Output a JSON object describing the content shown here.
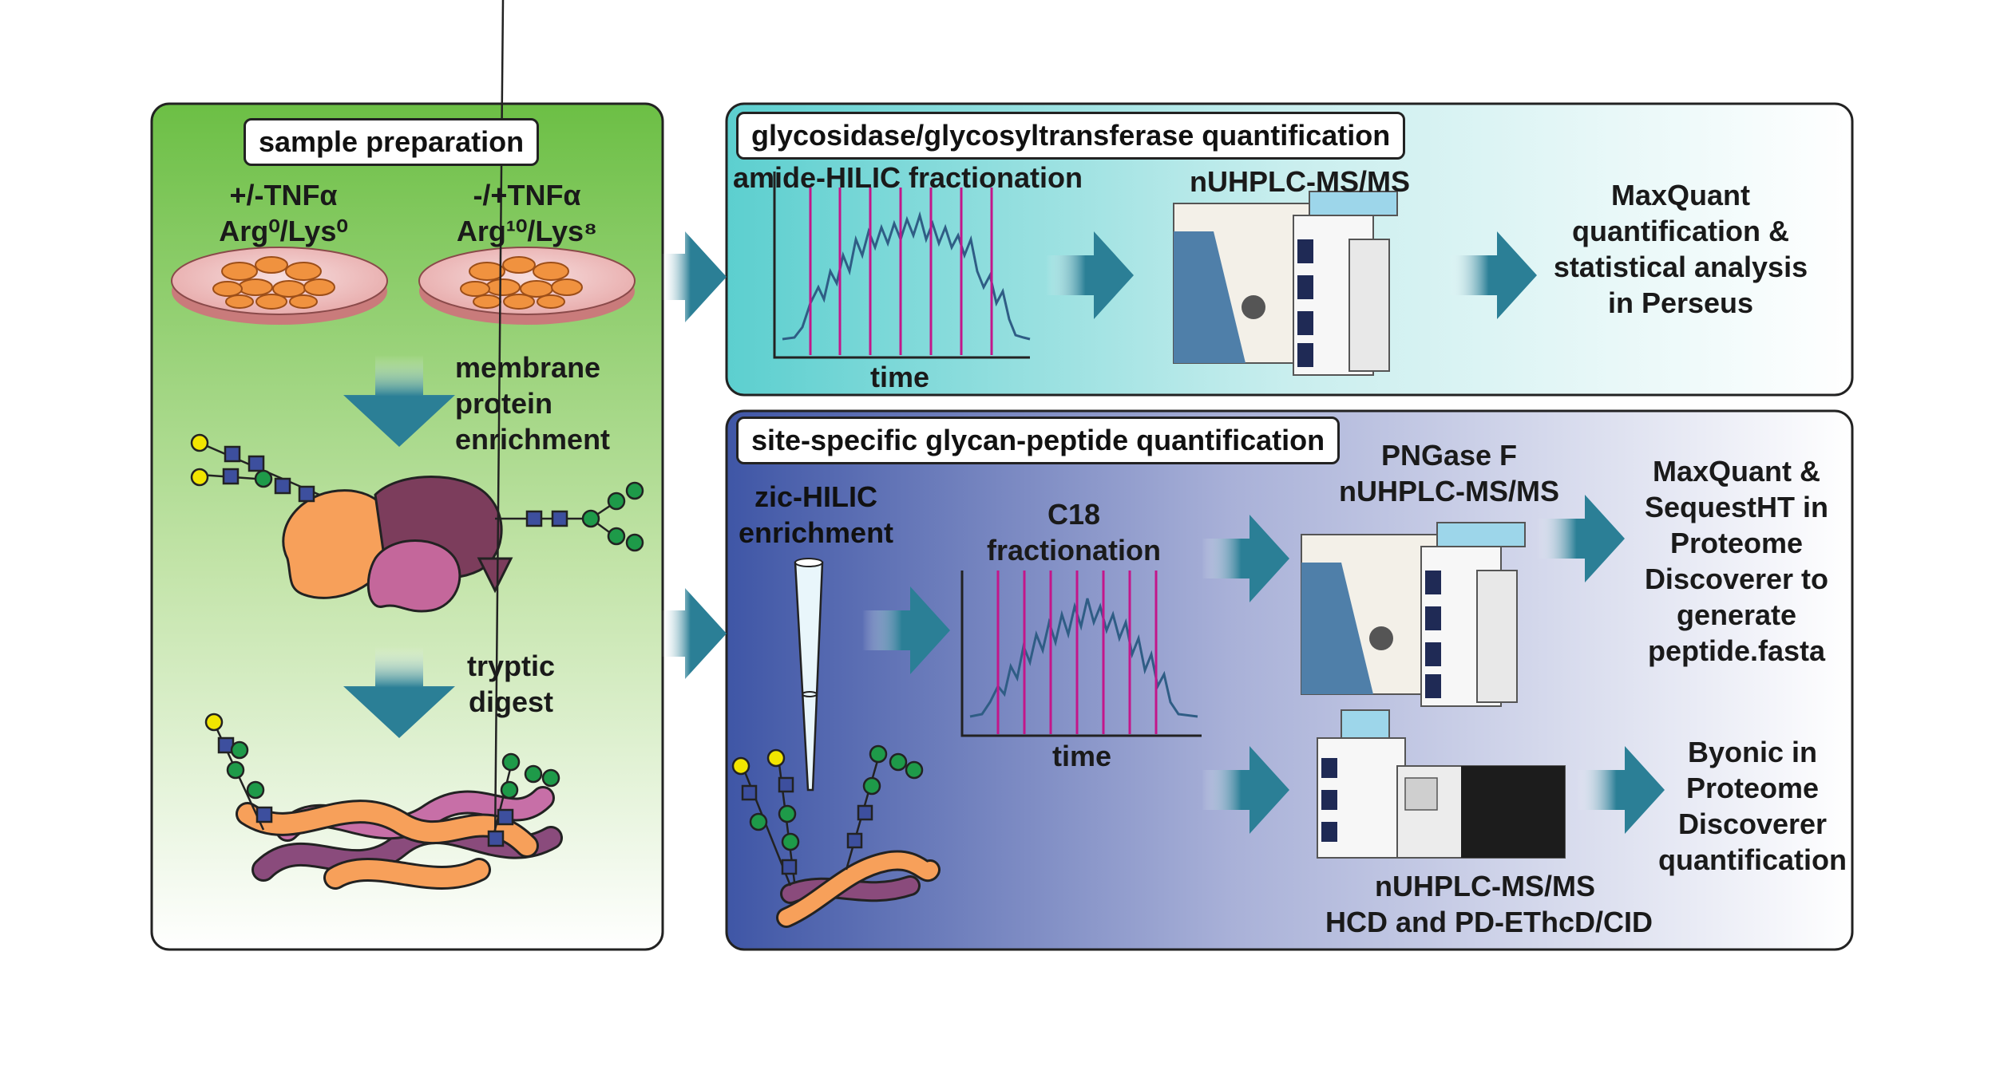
{
  "panels": {
    "sample_prep": {
      "title": "sample preparation",
      "condition_a_line1": "+/-TNFα",
      "condition_a_line2": "Arg⁰/Lys⁰",
      "condition_b_line1": "-/+TNFα",
      "condition_b_line2": "Arg¹⁰/Lys⁸",
      "step1_line1": "membrane",
      "step1_line2": "protein",
      "step1_line3": "enrichment",
      "step2_line1": "tryptic",
      "step2_line2": "digest"
    },
    "glyco_enzyme": {
      "title": "glycosidase/glycosyltransferase quantification",
      "fractionation": "amide-HILIC fractionation",
      "axis_label": "time",
      "instrument": "nUHPLC-MS/MS",
      "analysis_line1": "MaxQuant",
      "analysis_line2": "quantification &",
      "analysis_line3": "statistical analysis",
      "analysis_line4": "in Perseus"
    },
    "site_specific": {
      "title": "site-specific glycan-peptide quantification",
      "enrichment_line1": "zic-HILIC",
      "enrichment_line2": "enrichment",
      "fractionation_line1": "C18",
      "fractionation_line2": "fractionation",
      "axis_label": "time",
      "top_instrument_line1": "PNGase F",
      "top_instrument_line2": "nUHPLC-MS/MS",
      "top_analysis_line1": "MaxQuant &",
      "top_analysis_line2": "SequestHT in",
      "top_analysis_line3": "Proteome",
      "top_analysis_line4": "Discoverer to",
      "top_analysis_line5": "generate",
      "top_analysis_line6": "peptide.fasta",
      "bottom_instrument_line1": "nUHPLC-MS/MS",
      "bottom_instrument_line2": "HCD and PD-EThcD/CID",
      "bottom_analysis_line1": "Byonic in",
      "bottom_analysis_line2": "Proteome",
      "bottom_analysis_line3": "Discoverer",
      "bottom_analysis_line4": "quantification"
    }
  },
  "colors": {
    "arrow": "#2b7f96",
    "fraction_line": "#c3168a",
    "trace": "#2f5d85",
    "green_panel_top": "#6cbf45",
    "teal_panel_left": "#5ccfcf",
    "blue_panel_left": "#3f56a6",
    "glycan_blue_square": "#3d4f9e",
    "glycan_green_circle": "#1e9a49",
    "glycan_yellow_circle": "#f2e500"
  }
}
